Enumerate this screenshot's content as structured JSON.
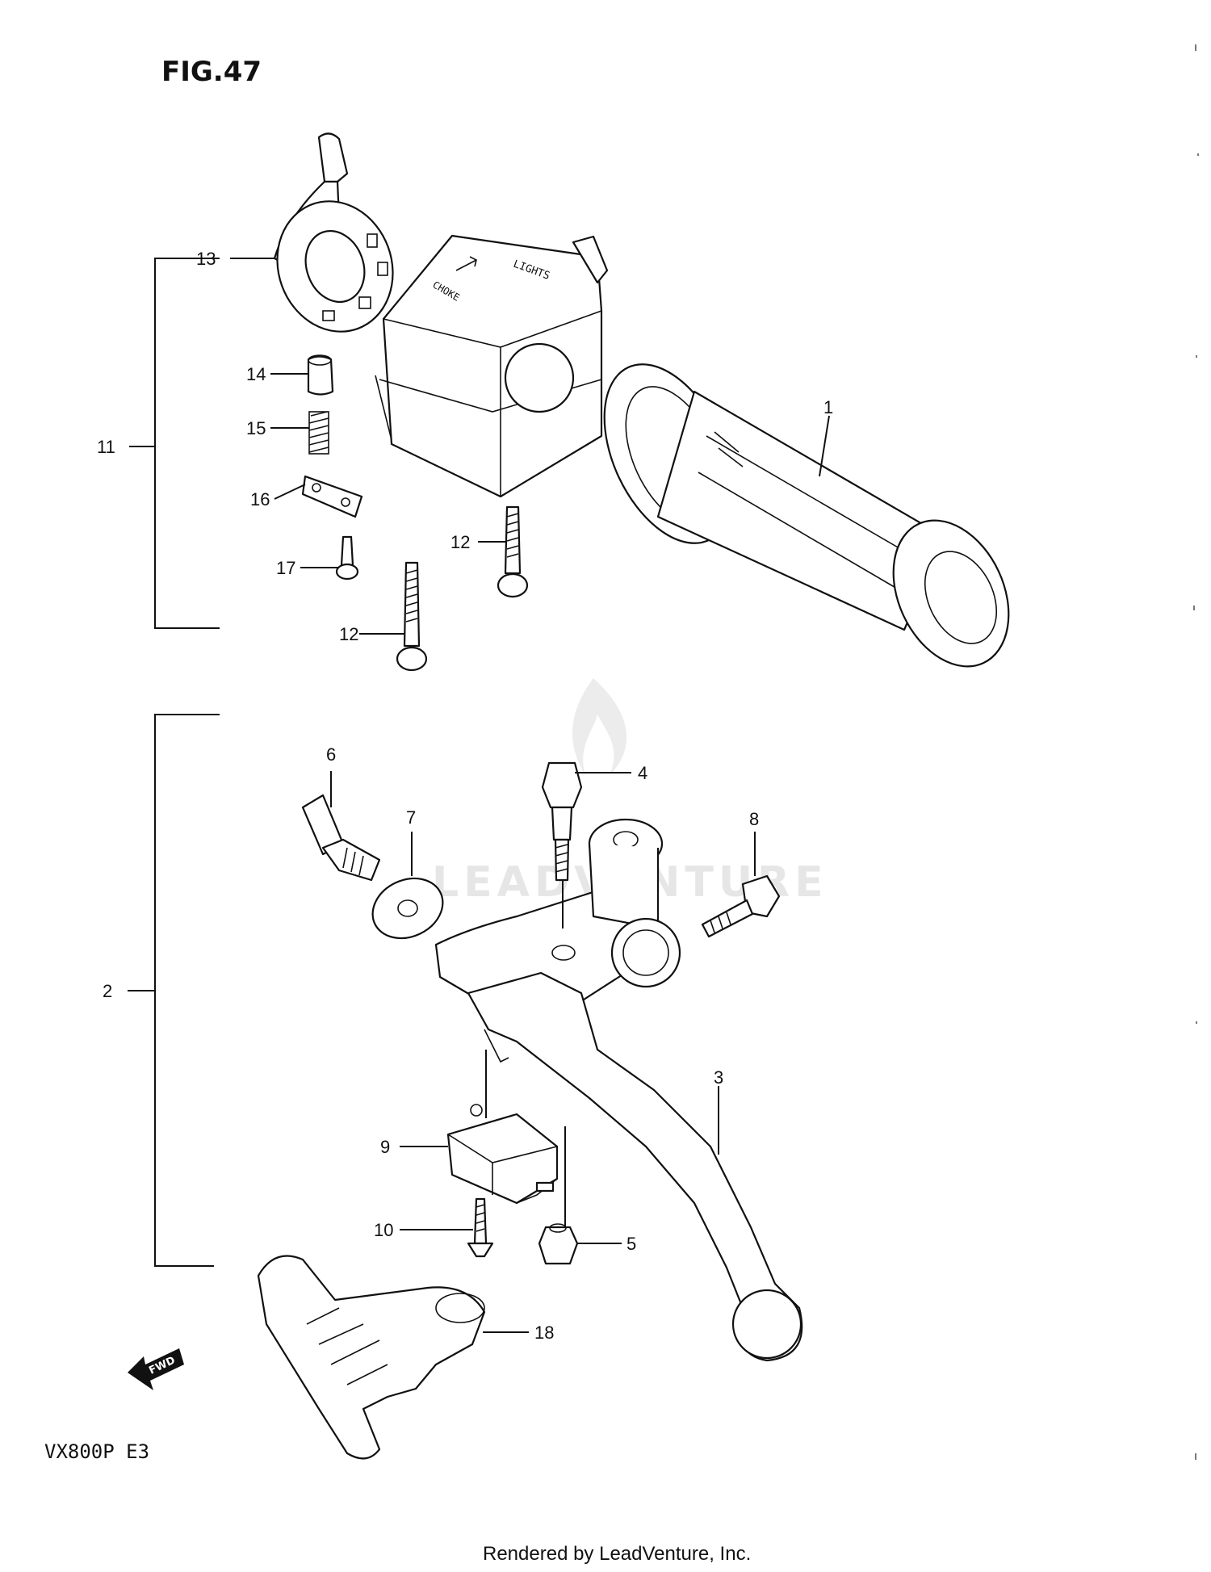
{
  "figure": {
    "title": "FIG.47",
    "model": "VX800P  E3",
    "footer": "Rendered by LeadVenture, Inc.",
    "watermark": "LEADVENTURE",
    "fwd_label": "FWD"
  },
  "callouts": {
    "c1": "1",
    "c2": "2",
    "c3": "3",
    "c4": "4",
    "c5": "5",
    "c6": "6",
    "c7": "7",
    "c8": "8",
    "c9": "9",
    "c10": "10",
    "c11": "11",
    "c12a": "12",
    "c12b": "12",
    "c13": "13",
    "c14": "14",
    "c15": "15",
    "c16": "16",
    "c17": "17",
    "c18": "18"
  },
  "switch_housing": {
    "label_lights": "LIGHTS",
    "label_choke": "CHOKE"
  },
  "icons": [
    "fwd-arrow-icon",
    "leadventure-flame-logo"
  ]
}
